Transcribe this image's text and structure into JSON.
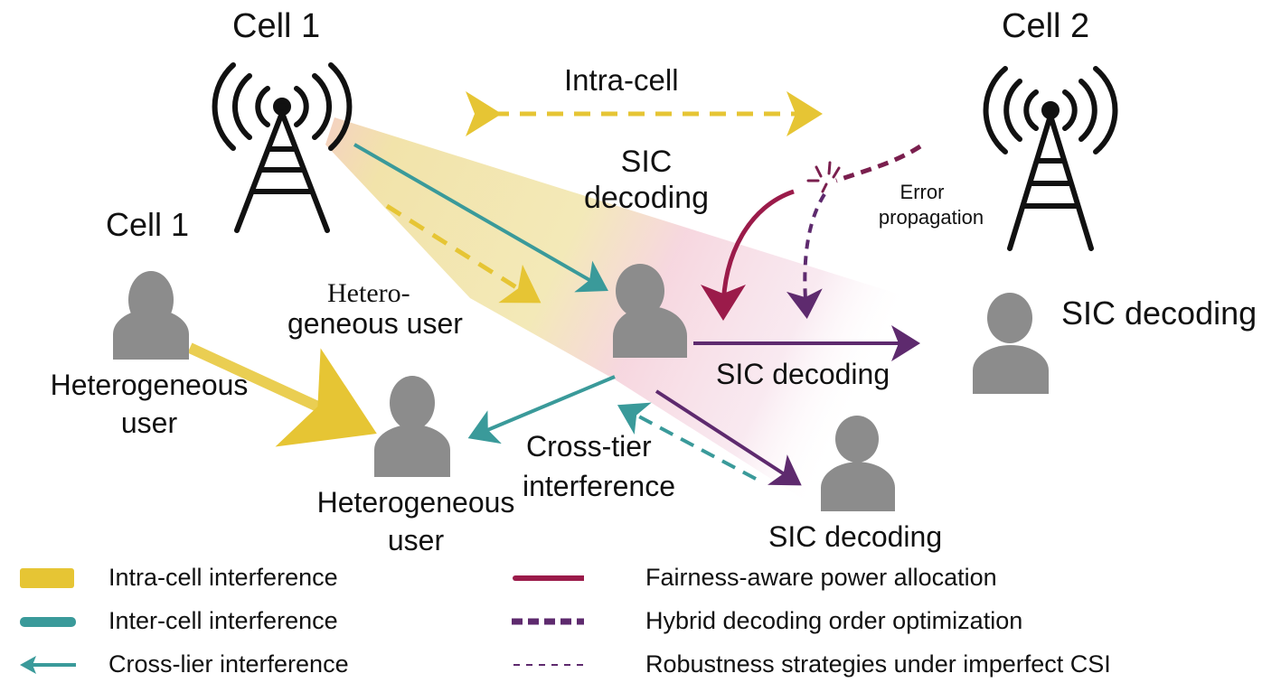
{
  "colors": {
    "intra_cell": "#E6C534",
    "inter_cell": "#3A9A9A",
    "cross_tier": "#3A9A9A",
    "fairness": "#9B1B4A",
    "hybrid": "#5E2A6E",
    "robustness": "#5E2A6E",
    "user": "#8C8C8C",
    "tower": "#111111"
  },
  "towers": [
    {
      "id": "tower-cell-1",
      "label": "Cell 1"
    },
    {
      "id": "tower-cell-2",
      "label": "Cell 2"
    }
  ],
  "labels": {
    "cell1_user_group": "Cell 1",
    "intra_cell": "Intra-cell",
    "sic_center_line1": "SIC",
    "sic_center_line2": "decoding",
    "error_line1": "Error",
    "error_line2": "propagation",
    "hetero_serif_line1": "Hetero-",
    "hetero_serif_line2": "geneous user",
    "hetero_left_line1": "Heterogeneous",
    "hetero_left_line2": "user",
    "hetero_bottom_line1": "Heterogeneous",
    "hetero_bottom_line2": "user",
    "sic_right": "SIC decoding",
    "sic_middle": "SIC decoding",
    "sic_bottom": "SIC decoding",
    "cross_tier_line1": "Cross-tier",
    "cross_tier_line2": "interference"
  },
  "legend": {
    "left": [
      {
        "label": "Intra-cell interference",
        "style": "thick-bar",
        "color": "#E6C534"
      },
      {
        "label": "Inter-cell interference",
        "style": "thick-line",
        "color": "#3A9A9A"
      },
      {
        "label": "Cross-lier interference",
        "style": "arrow",
        "color": "#3A9A9A"
      }
    ],
    "right": [
      {
        "label": "Fairness-aware power allocation",
        "style": "solid",
        "color": "#9B1B4A"
      },
      {
        "label": "Hybrid decoding order optimization",
        "style": "thick-dashed",
        "color": "#5E2A6E"
      },
      {
        "label": "Robustness strategies under imperfect CSI",
        "style": "thin-dashed",
        "color": "#5E2A6E"
      }
    ]
  }
}
